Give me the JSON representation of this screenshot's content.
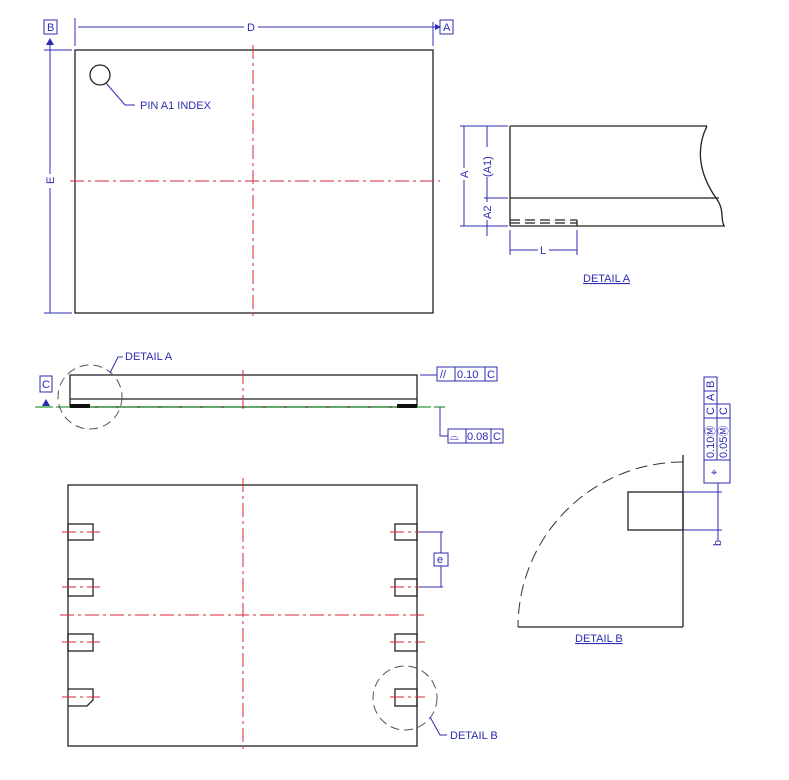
{
  "top_view": {
    "dim_width": "D",
    "dim_height": "E",
    "datum_a": "A",
    "datum_b": "B",
    "pin_label": "PIN A1 INDEX"
  },
  "detail_a": {
    "title": "DETAIL A",
    "dim_a": "A",
    "dim_a1": "(A1)",
    "dim_a2": "A2",
    "dim_l": "L"
  },
  "side_view": {
    "detail_callout": "DETAIL A",
    "datum_c": "C",
    "parallelism": {
      "symbol": "//",
      "value": "0.10",
      "datum": "C"
    },
    "flatness": {
      "symbol": "⌓",
      "value": "0.08",
      "datum": "C"
    }
  },
  "bottom_view": {
    "pitch_label": "e",
    "detail_callout": "DETAIL B"
  },
  "detail_b": {
    "title": "DETAIL B",
    "dim_b": "b",
    "position_fcf": {
      "symbol": "⌖",
      "row1": {
        "value": "0.10Ⓜ",
        "datums": [
          "C",
          "A",
          "B"
        ]
      },
      "row2": {
        "value": "0.05Ⓜ",
        "datums": [
          "C"
        ]
      }
    }
  },
  "colors": {
    "outline": "#222222",
    "dimension": "#2b2bb0",
    "centerline": "#d9263a",
    "seating_plane": "#2e9e3a"
  }
}
